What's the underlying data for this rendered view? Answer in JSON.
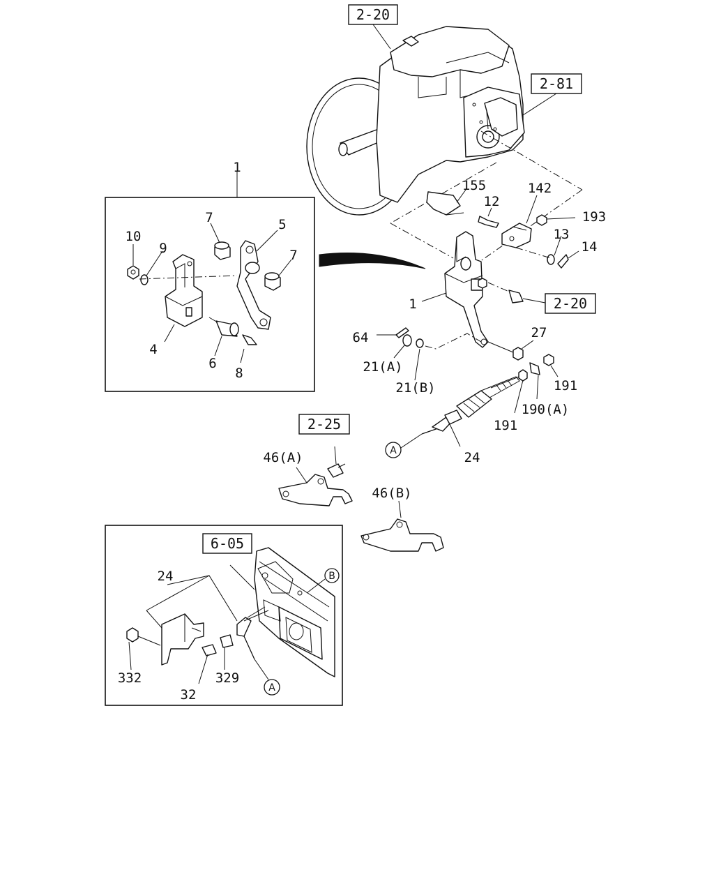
{
  "refs": {
    "r1": "2-20",
    "r2": "2-81",
    "r3": "2-20",
    "r4": "2-25",
    "r5": "6-05"
  },
  "labels": {
    "p1_top": "1",
    "p10": "10",
    "p9": "9",
    "p7a": "7",
    "p5": "5",
    "p7b": "7",
    "p4": "4",
    "p6": "6",
    "p8": "8",
    "p155": "155",
    "p12": "12",
    "p142": "142",
    "p193": "193",
    "p13": "13",
    "p14": "14",
    "p1": "1",
    "p64": "64",
    "p21a": "21(A)",
    "p21b": "21(B)",
    "p27": "27",
    "p191a": "191",
    "p190a": "190(A)",
    "p191b": "191",
    "p24": "24",
    "p46a": "46(A)",
    "p46b": "46(B)",
    "p24b": "24",
    "p332": "332",
    "p32": "32",
    "p329": "329"
  },
  "circles": {
    "a1": "A",
    "a2": "A",
    "b1": "B"
  }
}
